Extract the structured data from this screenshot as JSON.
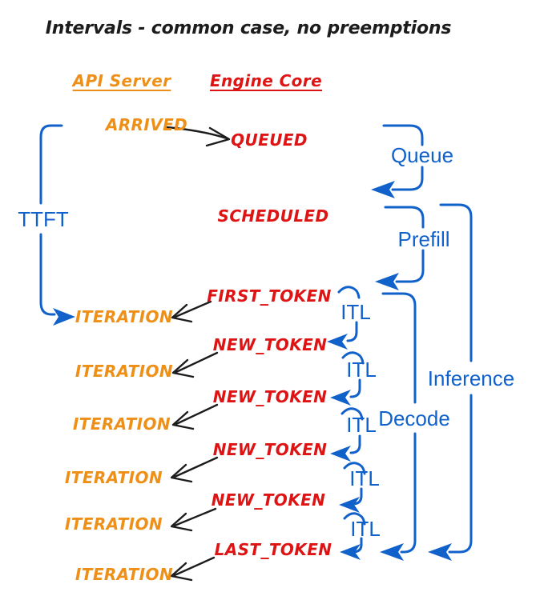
{
  "title": "Intervals - common case, no preemptions",
  "columns": {
    "api_server": "API Server",
    "engine_core": "Engine Core"
  },
  "events": {
    "arrived": "ARRIVED",
    "queued": "QUEUED",
    "scheduled": "SCHEDULED",
    "first_token": "FIRST_TOKEN",
    "new_token": "NEW_TOKEN",
    "last_token": "LAST_TOKEN",
    "iteration": "ITERATION"
  },
  "intervals": {
    "ttft": "TTFT",
    "queue": "Queue",
    "prefill": "Prefill",
    "decode": "Decode",
    "inference": "Inference",
    "itl": "ITL"
  },
  "colors": {
    "blue": "#1161cb",
    "orange": "#ee9018",
    "red": "#de1414",
    "black": "#1c1c1c",
    "background": "#ffffff"
  }
}
